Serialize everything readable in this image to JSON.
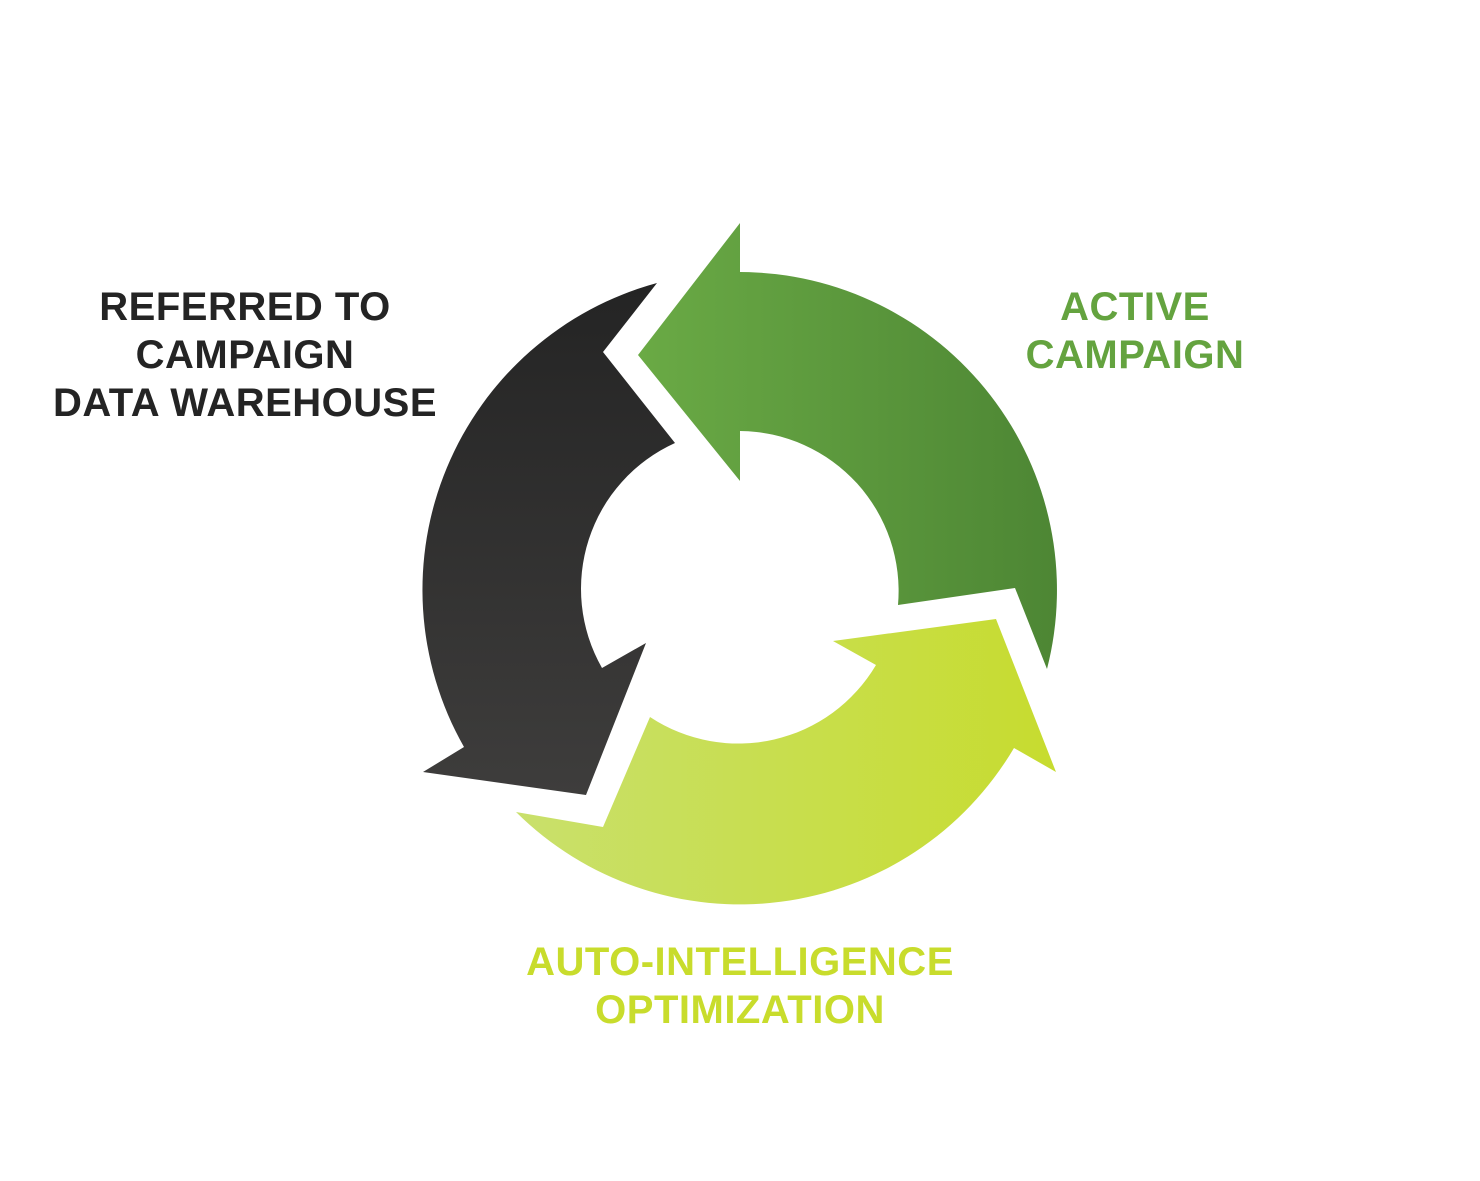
{
  "colors": {
    "dark_start": "#242424",
    "dark_end": "#3e3d3c",
    "green_start": "#6aaa45",
    "green_end": "#4d8634",
    "lime_start": "#c9e06c",
    "lime_end": "#c7dc2f",
    "background": "#ffffff"
  },
  "stages": {
    "referred": {
      "lines": [
        "REFERRED TO",
        "CAMPAIGN",
        "DATA WAREHOUSE"
      ],
      "color": "#242424"
    },
    "active": {
      "lines": [
        "ACTIVE",
        "CAMPAIGN"
      ],
      "color": "#64a33f"
    },
    "optimization": {
      "lines": [
        "AUTO-INTELLIGENCE",
        "OPTIMIZATION"
      ],
      "color": "#c8dc2c"
    }
  }
}
